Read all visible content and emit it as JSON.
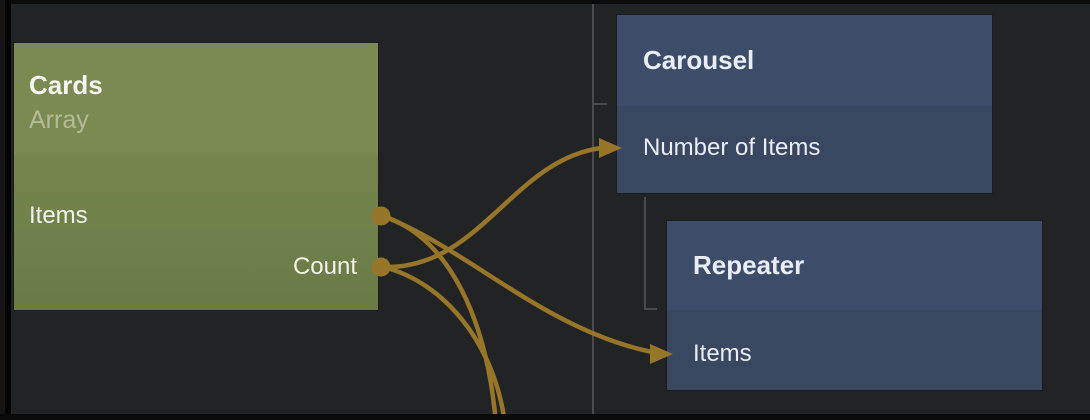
{
  "canvas": {
    "kind": "node-graph-editor",
    "colors": {
      "background": "#222324",
      "frame": "#0a0a0a",
      "node_green_header": "#7b8a51",
      "node_green_body": "#71814a",
      "node_green_subtitle_text": "#b3bc99",
      "node_blue_header": "#3d4d69",
      "node_blue_body": "#394760",
      "connection_gold": "#97762a",
      "hierarchy_line_gray": "#4b4b4b",
      "label_text": "#f0f2f4"
    }
  },
  "nodes": {
    "cards": {
      "title": "Cards",
      "subtitle": "Array",
      "ports": {
        "items": "Items",
        "count": "Count"
      }
    },
    "carousel": {
      "title": "Carousel",
      "ports": {
        "number_of_items": "Number of Items"
      }
    },
    "repeater": {
      "title": "Repeater",
      "ports": {
        "items": "Items"
      }
    }
  },
  "connections": [
    {
      "from": "Cards.Items",
      "to": "Repeater.Items"
    },
    {
      "from": "Cards.Count",
      "to": "Carousel.Number of Items"
    },
    {
      "from": "Cards.Items",
      "to": "offscreen-bottom"
    },
    {
      "from": "Cards.Count",
      "to": "offscreen-bottom"
    }
  ],
  "hierarchy": [
    {
      "parent": "offscreen",
      "child": "Carousel"
    },
    {
      "parent": "Carousel",
      "child": "Repeater"
    }
  ]
}
